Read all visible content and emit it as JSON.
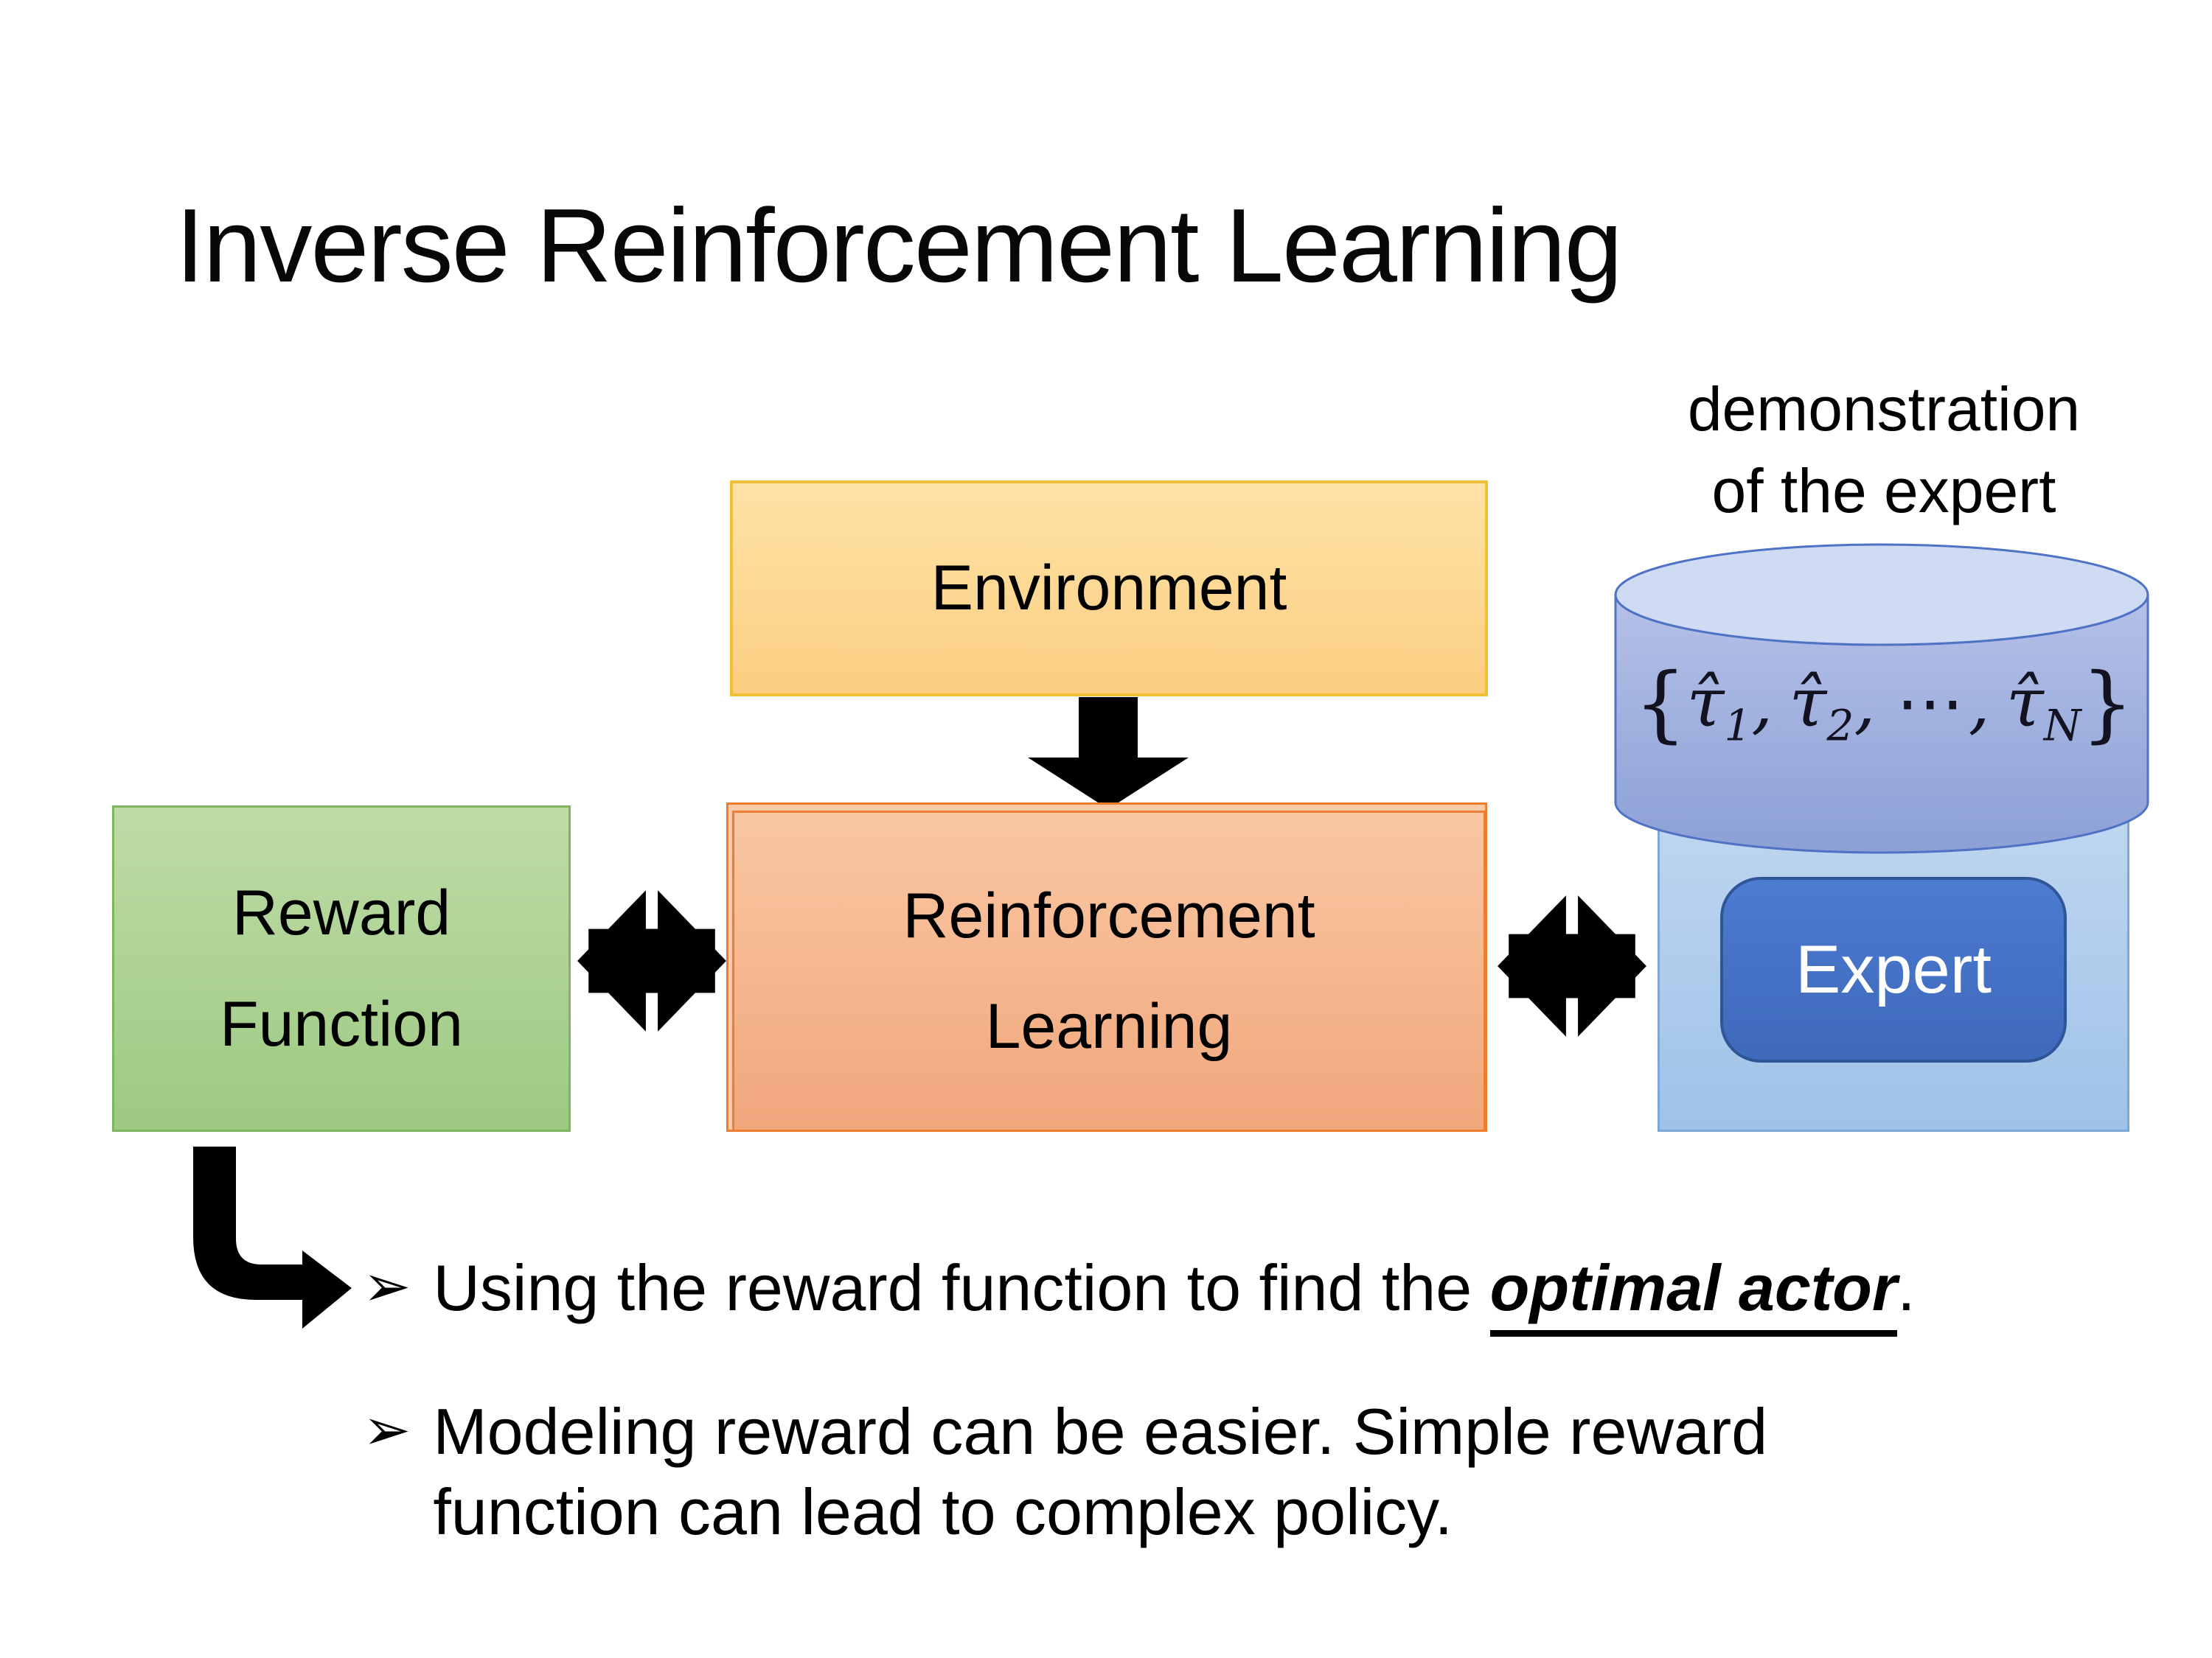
{
  "slide": {
    "title": "Inverse Reinforcement Learning",
    "background": "#FFFFFF"
  },
  "diagram": {
    "environment": {
      "label": "Environment"
    },
    "reward_function": {
      "lines": [
        "Reward",
        "Function"
      ]
    },
    "reinforcement_learning": {
      "lines": [
        "Reinforcement",
        "Learning"
      ]
    },
    "expert": {
      "label": "Expert"
    },
    "demonstration_caption": {
      "lines": [
        "demonstration",
        "of the expert"
      ]
    },
    "trajectory_set": {
      "open_brace": "{",
      "tau_hat": "τ̂",
      "sub_1": "1",
      "sub_2": "2",
      "separator": ",",
      "dots": "⋯",
      "sub_n": "N",
      "close_brace": "}"
    }
  },
  "bullets": {
    "marker": "➢",
    "item_1": {
      "prefix": "Using the reward function to find the ",
      "emphasis": "optimal actor",
      "suffix": "."
    },
    "item_2": {
      "lines": [
        "Modeling reward can be easier. Simple reward",
        "function can lead to complex policy."
      ]
    }
  },
  "colors": {
    "environment_fill_top": "#FEE3A6",
    "environment_fill_bottom": "#FBCE82",
    "environment_border": "#F2BE35",
    "reward_fill_top": "#BEDCA6",
    "reward_fill_bottom": "#9DC982",
    "reward_border": "#7FB55E",
    "rl_fill_top": "#F9C7A3",
    "rl_fill_bottom": "#F1A77C",
    "rl_border": "#ED7D31",
    "expert_panel_fill_top": "#BED6F0",
    "expert_panel_fill_bottom": "#9FC2E8",
    "expert_panel_border": "#7DA7D9",
    "expert_fill": "#4472C4",
    "expert_border": "#2E5596",
    "expert_text": "#FFFFFF",
    "cylinder_fill_top": "#B5C1E8",
    "cylinder_fill_bottom": "#8CA0D6",
    "cylinder_top_fill": "#CFDAF3",
    "cylinder_border": "#4E72C4",
    "arrow_color": "#000000",
    "text_color": "#000000"
  }
}
